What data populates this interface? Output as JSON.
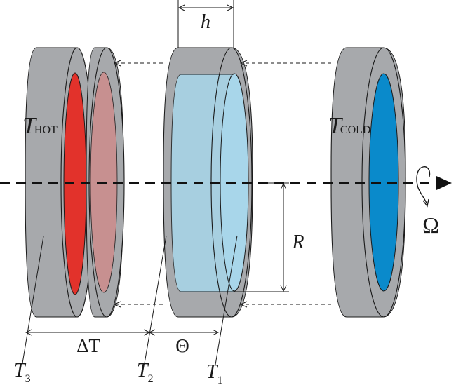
{
  "labels": {
    "h": "h",
    "t_hot_main": "T",
    "t_hot_sub": "HOT",
    "t_cold_main": "T",
    "t_cold_sub": "COLD",
    "r": "R",
    "omega": "Ω",
    "delta_t": "ΔT",
    "theta": "Θ",
    "t3_main": "T",
    "t3_sub": "3",
    "t2_main": "T",
    "t2_sub": "2",
    "t1_main": "T",
    "t1_sub": "1"
  },
  "colors": {
    "plate_gray": "#a7a9ac",
    "plate_gray_dark": "#8f9194",
    "hot_red": "#e2322b",
    "hot_pink": "#c98f8f",
    "fluid_blue": "#a8d6ea",
    "cold_blue": "#0a8acb",
    "stroke": "#1a1a1a"
  }
}
